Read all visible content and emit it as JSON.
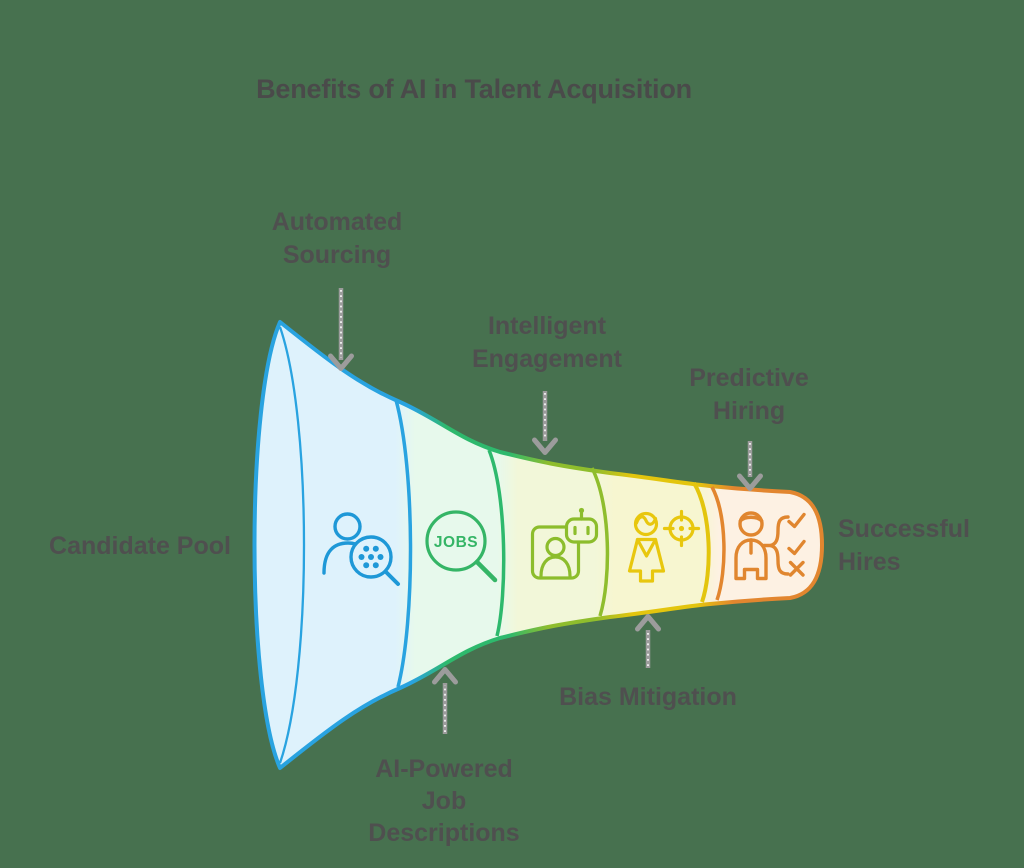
{
  "title": "Benefits of AI in Talent Acquisition",
  "colors": {
    "background": "#47714F",
    "heading_text": "#4A4A4A",
    "label_text": "#4F4F4F",
    "arrow": "#9C9C9C"
  },
  "funnel": {
    "source_label_lines": [
      "Candidate Pool"
    ],
    "result_label_lines": [
      "Successful",
      "Hires"
    ],
    "stages": [
      {
        "name": "Automated Sourcing",
        "label_lines": [
          "Automated",
          "Sourcing"
        ],
        "label_position": "top",
        "icon": "person-search-icon",
        "fill": "#DEF2FC",
        "stroke": "#29A3E0",
        "icon_color": "#1E98D7"
      },
      {
        "name": "AI-Powered Job Descriptions",
        "label_lines": [
          "AI-Powered",
          "Job",
          "Descriptions"
        ],
        "label_position": "bottom",
        "icon": "jobs-magnifier-icon",
        "icon_text": "JOBS",
        "fill": "#E7F9EC",
        "stroke": "#2EB96D",
        "icon_color": "#35B566"
      },
      {
        "name": "Intelligent Engagement",
        "label_lines": [
          "Intelligent",
          "Engagement"
        ],
        "label_position": "top",
        "icon": "id-card-robot-icon",
        "fill": "#F2F7D9",
        "stroke": "#8FBD2D",
        "icon_color": "#8CBD2C"
      },
      {
        "name": "Bias Mitigation",
        "label_lines": [
          "Bias Mitigation"
        ],
        "label_position": "bottom",
        "icon": "person-target-icon",
        "fill": "#F7F6D0",
        "stroke": "#E3C50E",
        "icon_color": "#E8C70E"
      },
      {
        "name": "Predictive Hiring",
        "label_lines": [
          "Predictive",
          "Hiring"
        ],
        "label_position": "top",
        "icon": "person-checklist-icon",
        "fill": "#FDF1E3",
        "stroke": "#E2862F",
        "icon_color": "#E0862F"
      }
    ]
  }
}
